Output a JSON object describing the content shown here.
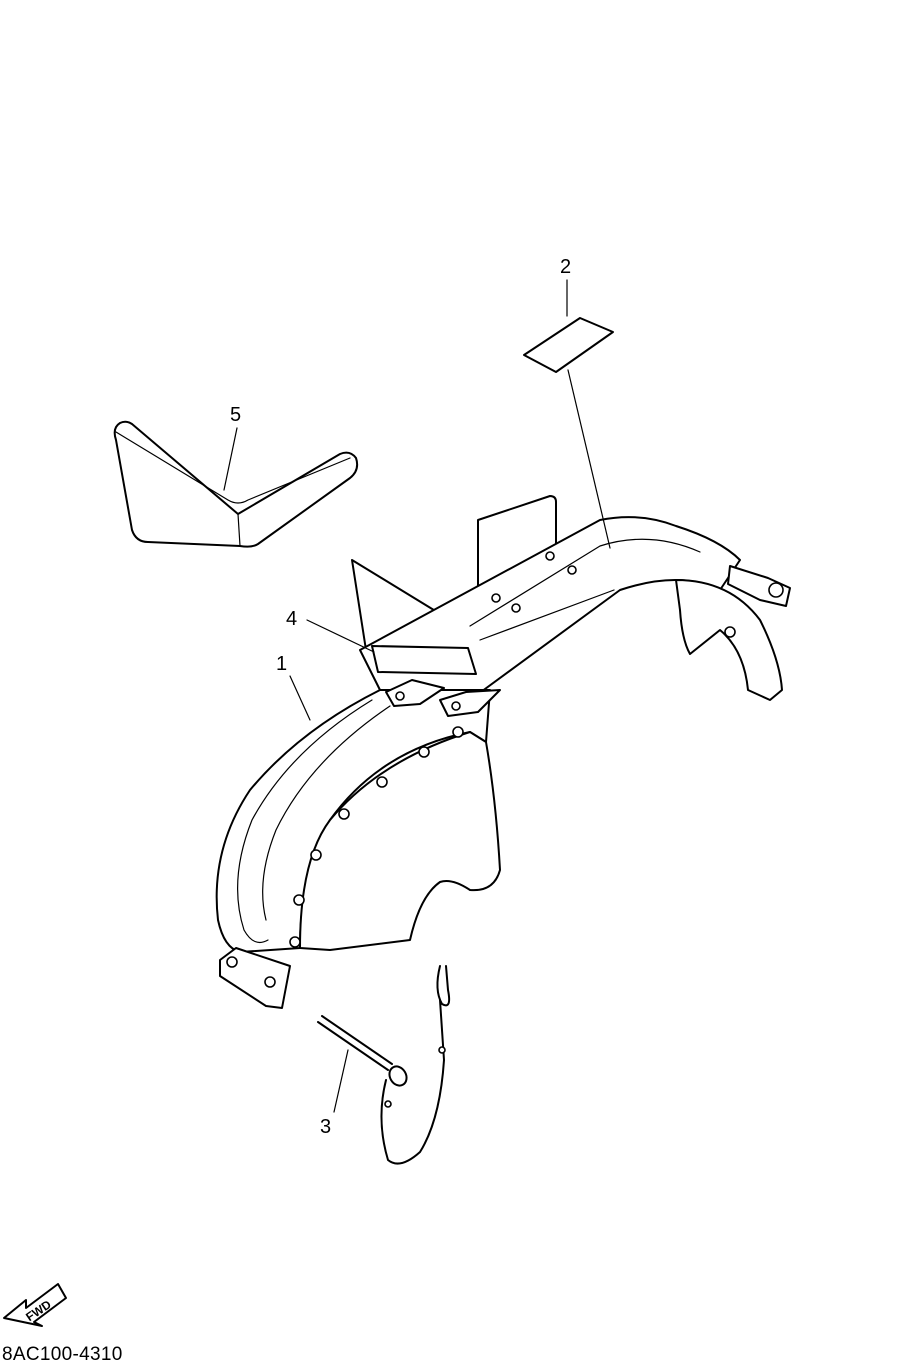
{
  "callouts": [
    {
      "id": "1",
      "label": "1"
    },
    {
      "id": "2",
      "label": "2"
    },
    {
      "id": "3",
      "label": "3"
    },
    {
      "id": "4",
      "label": "4"
    },
    {
      "id": "5",
      "label": "5"
    }
  ],
  "fwd_label": "FWD",
  "part_number": "8AC100-4310"
}
